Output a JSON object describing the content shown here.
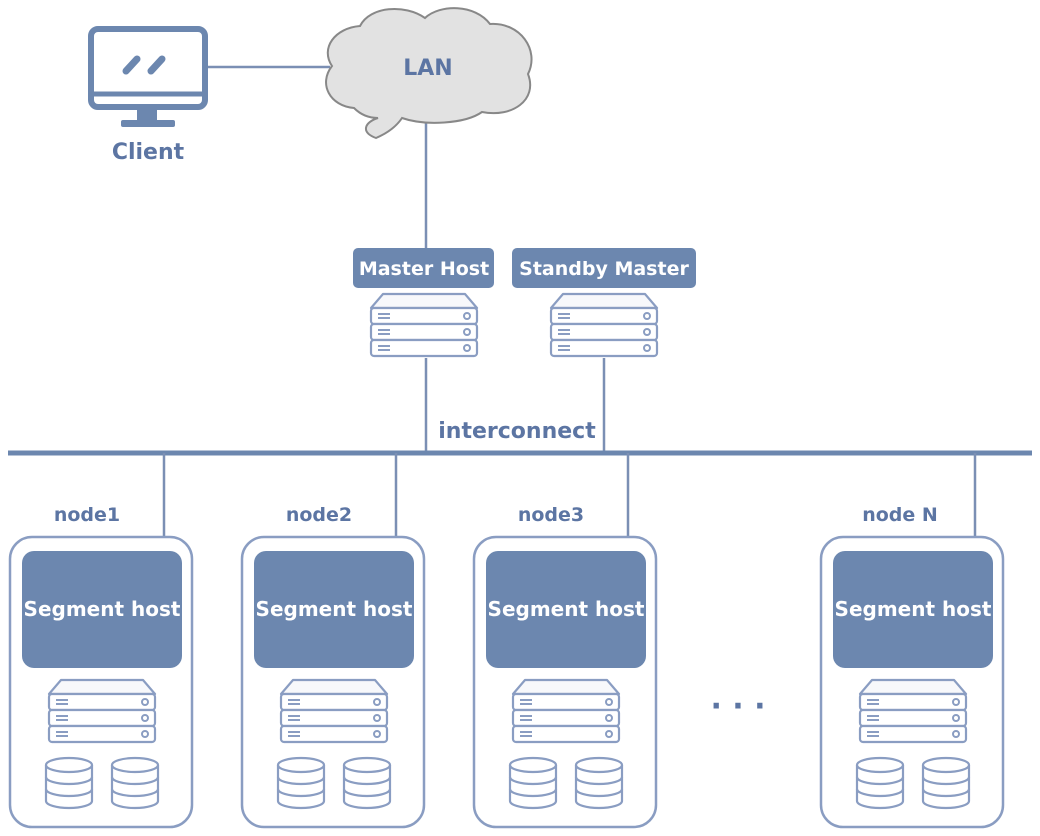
{
  "client": {
    "label": "Client"
  },
  "network": {
    "label": "LAN"
  },
  "master": {
    "label": "Master Host"
  },
  "standby": {
    "label": "Standby Master"
  },
  "interconnect": {
    "label": "interconnect"
  },
  "nodes": [
    {
      "name": "node1",
      "segment_label": "Segment host"
    },
    {
      "name": "node2",
      "segment_label": "Segment host"
    },
    {
      "name": "node3",
      "segment_label": "Segment host"
    },
    {
      "name": "node N",
      "segment_label": "Segment host"
    }
  ],
  "ellipsis": "· · ·",
  "colors": {
    "primary": "#6c87af",
    "label_text": "#5c75a3",
    "cloud_fill": "#e2e2e2",
    "cloud_stroke": "#888888",
    "line": "#7b8fb4",
    "card_border": "#8a9dc2",
    "server_stroke": "#8a9dc2",
    "server_fill": "#f7f8fb"
  }
}
